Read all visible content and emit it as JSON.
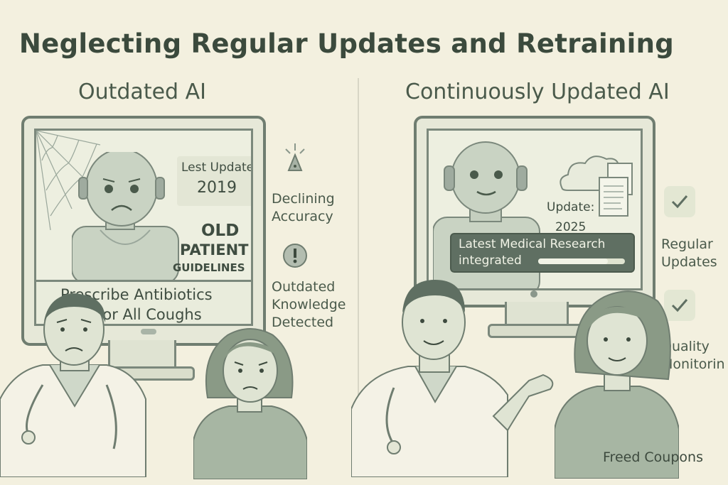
{
  "title": "Neglecting Regular Updates and Retraining",
  "left": {
    "heading": "Outdated AI",
    "last_update_label": "Lest Update",
    "last_update_year": "2019",
    "guidelines": [
      "OLD",
      "PATIENT",
      "GUIDELINES"
    ],
    "prescription": [
      "Prescribe Antibiotics",
      "for All Coughs"
    ],
    "warnings": [
      {
        "icon": "warning-light-icon",
        "lines": [
          "Declining",
          "Accuracy"
        ]
      },
      {
        "icon": "exclamation-icon",
        "lines": [
          "Outdated",
          "Knowledge",
          "Detected"
        ]
      }
    ]
  },
  "right": {
    "heading": "Continuously Updated AI",
    "update_label": "Update:",
    "update_year": "2025",
    "research_banner": [
      "Latest Medical Research",
      "integrated"
    ],
    "research_progress": 0.8,
    "checks": [
      {
        "icon": "check-icon",
        "lines": [
          "Regular",
          "Updates"
        ]
      },
      {
        "icon": "check-icon",
        "lines": [
          "Quality",
          "Monitorin"
        ]
      }
    ]
  },
  "watermark": "Freed Coupons",
  "colors": {
    "background": "#f3f0df",
    "ink": "#3d4a3e",
    "accent_green": "#6e8a70"
  }
}
